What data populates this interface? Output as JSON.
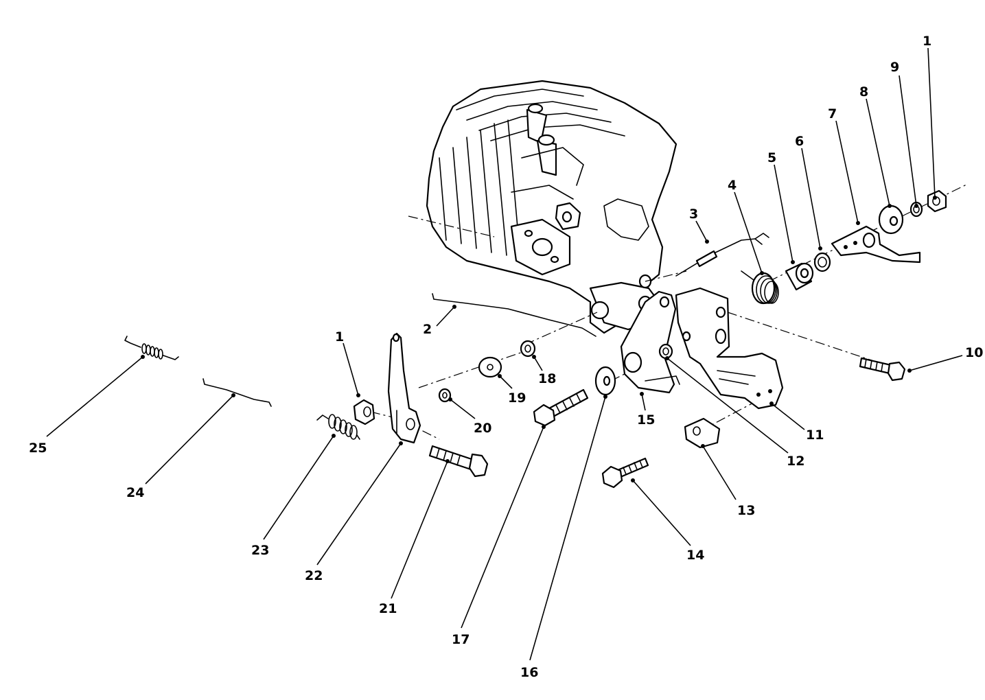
{
  "diagram": {
    "type": "exploded-parts-view",
    "callouts": [
      {
        "id": "c1a",
        "label": "1"
      },
      {
        "id": "c1b",
        "label": "1"
      },
      {
        "id": "c2",
        "label": "2"
      },
      {
        "id": "c3",
        "label": "3"
      },
      {
        "id": "c4",
        "label": "4"
      },
      {
        "id": "c5",
        "label": "5"
      },
      {
        "id": "c6",
        "label": "6"
      },
      {
        "id": "c7",
        "label": "7"
      },
      {
        "id": "c8",
        "label": "8"
      },
      {
        "id": "c9",
        "label": "9"
      },
      {
        "id": "c10",
        "label": "10"
      },
      {
        "id": "c11",
        "label": "11"
      },
      {
        "id": "c12",
        "label": "12"
      },
      {
        "id": "c13",
        "label": "13"
      },
      {
        "id": "c14",
        "label": "14"
      },
      {
        "id": "c15",
        "label": "15"
      },
      {
        "id": "c16",
        "label": "16"
      },
      {
        "id": "c17",
        "label": "17"
      },
      {
        "id": "c18",
        "label": "18"
      },
      {
        "id": "c19",
        "label": "19"
      },
      {
        "id": "c20",
        "label": "20"
      },
      {
        "id": "c21",
        "label": "21"
      },
      {
        "id": "c22",
        "label": "22"
      },
      {
        "id": "c23",
        "label": "23"
      },
      {
        "id": "c24",
        "label": "24"
      },
      {
        "id": "c25",
        "label": "25"
      }
    ]
  },
  "colors": {
    "ink": "#000000",
    "paper": "#ffffff"
  }
}
